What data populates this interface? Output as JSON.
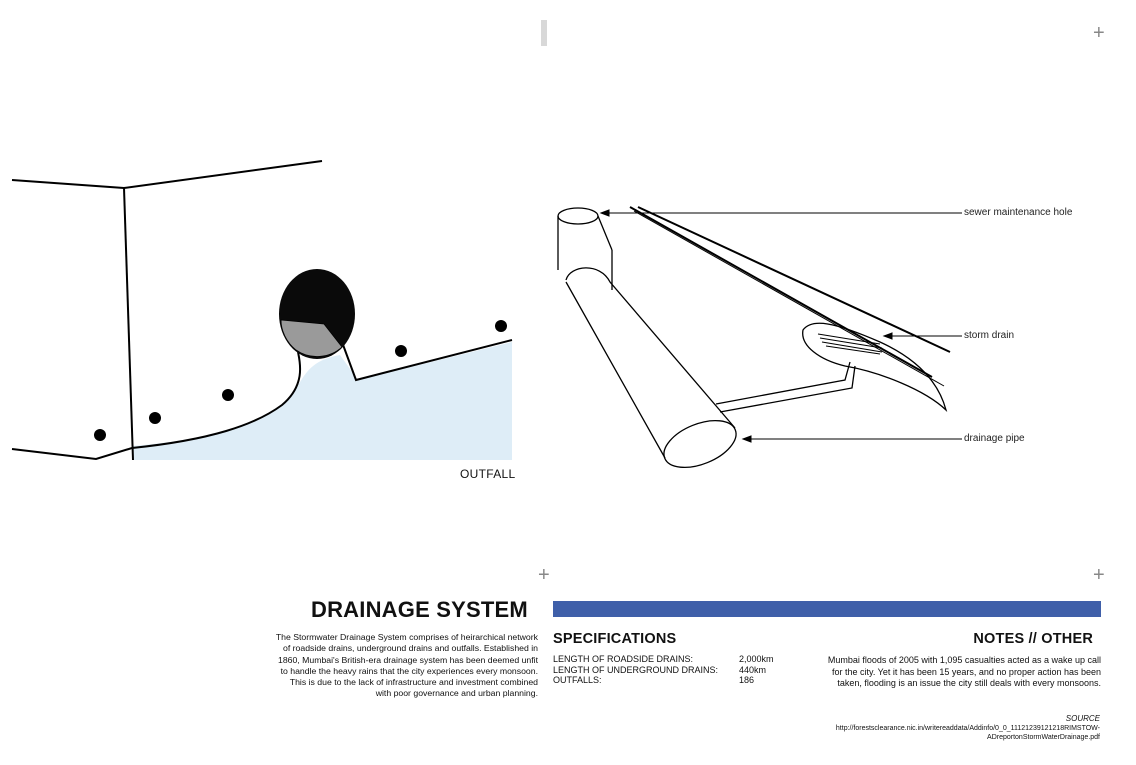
{
  "left_diagram": {
    "caption": "OUTFALL",
    "colors": {
      "water": "#deedf7",
      "pipe_dark": "#0a0a0a",
      "pipe_grey": "#9a9a9a"
    }
  },
  "right_diagram": {
    "callouts": [
      "sewer maintenance hole",
      "storm drain",
      "drainage pipe"
    ]
  },
  "panel": {
    "title": "DRAINAGE SYSTEM",
    "accent_color": "#3f5fa9",
    "description": [
      "The Stormwater Drainage System comprises of heirarchical network",
      "of roadside drains, underground drains and outfalls. Established in",
      "1860, Mumbai's British-era drainage system has been deemed unfit",
      "to handle the heavy rains that the city experiences every monsoon.",
      "This is due to the lack of infrastructure and investment combined",
      "with poor governance and urban planning."
    ],
    "specifications": {
      "heading": "SPECIFICATIONS",
      "rows": [
        {
          "label": "LENGTH OF ROADSIDE DRAINS:",
          "value": "2,000km"
        },
        {
          "label": "LENGTH OF UNDERGROUND DRAINS:",
          "value": "440km"
        },
        {
          "label": "OUTFALLS:",
          "value": "186"
        }
      ]
    },
    "notes": {
      "heading": "NOTES // OTHER",
      "lines": [
        "Mumbai floods of 2005 with 1,095 casualties acted as a wake up call",
        "for the city. Yet it has been 15 years, and no proper action has been",
        "taken, flooding is an issue the city still deals with every monsoons."
      ]
    },
    "source": {
      "label": "SOURCE",
      "lines": [
        "http://forestsclearance.nic.in/writereaddata/Addinfo/0_0_11121239121218RIMSTOW-",
        "ADreportonStormWaterDrainage.pdf"
      ]
    }
  },
  "marks": {
    "plus": "+"
  }
}
